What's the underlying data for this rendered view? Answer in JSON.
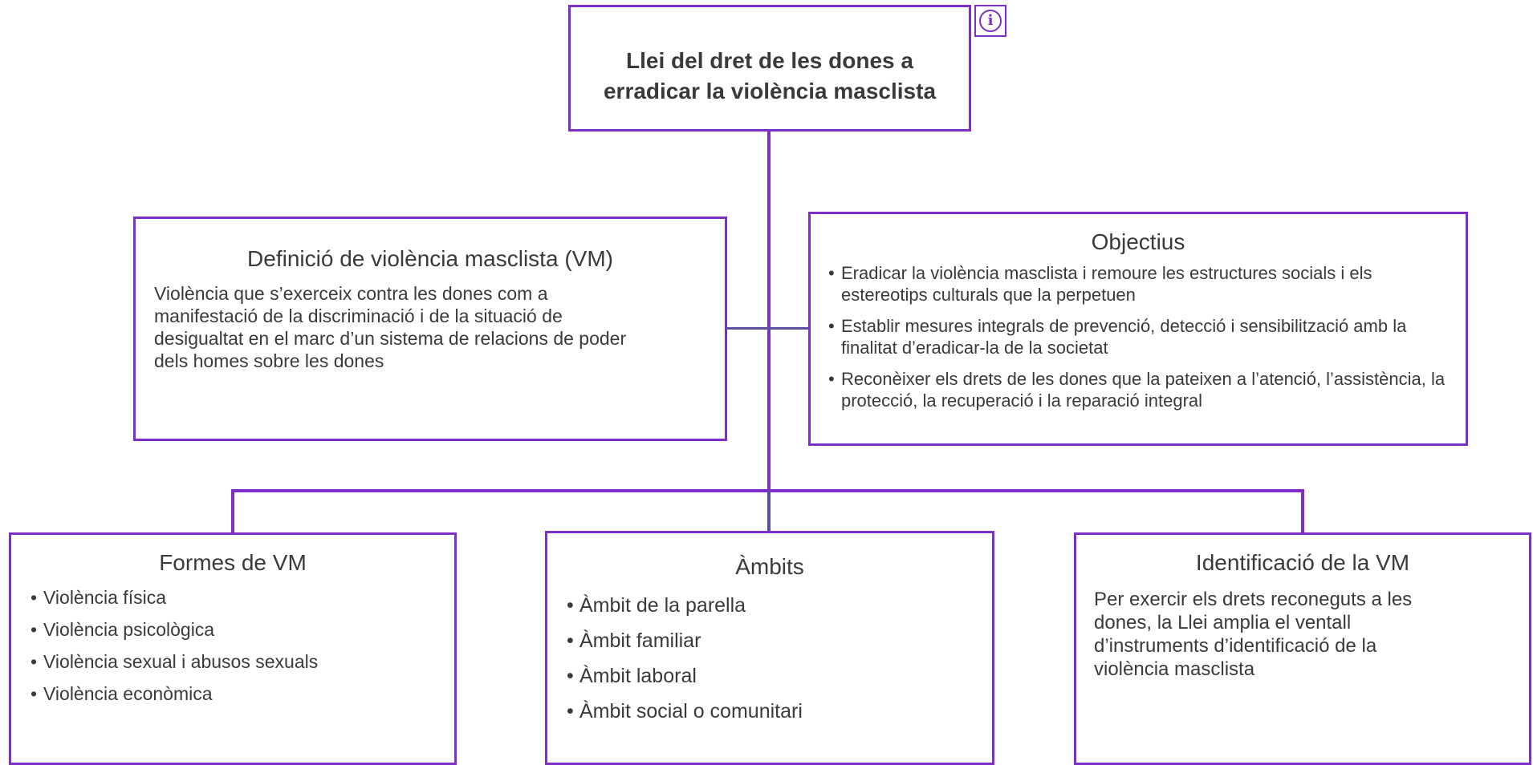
{
  "main": {
    "title_line1": "Llei del dret de les dones a",
    "title_line2": "erradicar la violència masclista"
  },
  "info_icon": "info-icon",
  "definicio": {
    "title": "Definició de violència masclista (VM)",
    "text": "Violència que s’exerceix contra les dones com a manifestació de la discriminació i de la situació de desigualtat en el marc d’un sistema de relacions de poder dels homes sobre les dones"
  },
  "objectius": {
    "title": "Objectius",
    "items": [
      "Eradicar la violència masclista i remoure les estructures socials i els estereotips culturals que la perpetuen",
      "Establir mesures integrals de prevenció, detecció i sensibilització amb la finalitat d’eradicar-la de la societat",
      "Reconèixer els drets de les dones que la pateixen a l’atenció, l’assistència, la protecció, la recuperació i la reparació integral"
    ]
  },
  "formes": {
    "title": "Formes de VM",
    "items": [
      "Violència física",
      "Violència psicològica",
      "Violència sexual i abusos sexuals",
      "Violència econòmica"
    ]
  },
  "ambits": {
    "title": "Àmbits",
    "items": [
      "Àmbit de la parella",
      "Àmbit familiar",
      "Àmbit laboral",
      "Àmbit social o comunitari"
    ]
  },
  "identificacio": {
    "title": "Identificació de la VM",
    "text": "Per exercir els drets reconeguts a les dones, la Llei amplia el ventall d’instruments d’identificació de la violència masclista"
  },
  "colors": {
    "accent": "#7f2fc7",
    "connector_dark": "#5a4f9a",
    "text": "#3a3a3a"
  }
}
